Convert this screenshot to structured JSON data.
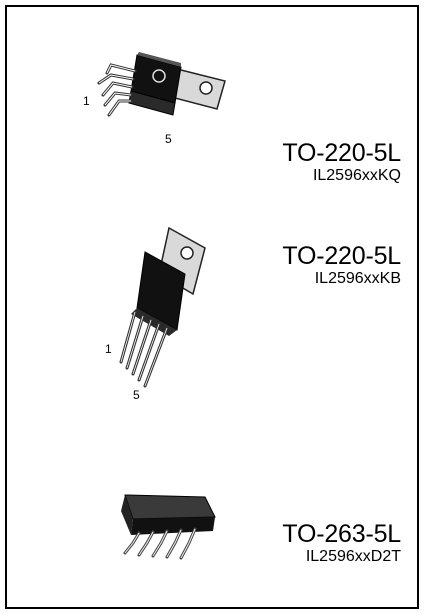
{
  "packages": [
    {
      "name": "TO-220-5L",
      "part": "IL2596xxKQ",
      "icon": "to220-horizontal-package-icon",
      "pin_first": "1",
      "pin_last": "5"
    },
    {
      "name": "TO-220-5L",
      "part": "IL2596xxKB",
      "icon": "to220-vertical-package-icon",
      "pin_first": "1",
      "pin_last": "5"
    },
    {
      "name": "TO-263-5L",
      "part": "IL2596xxD2T",
      "icon": "to263-smd-package-icon"
    }
  ]
}
